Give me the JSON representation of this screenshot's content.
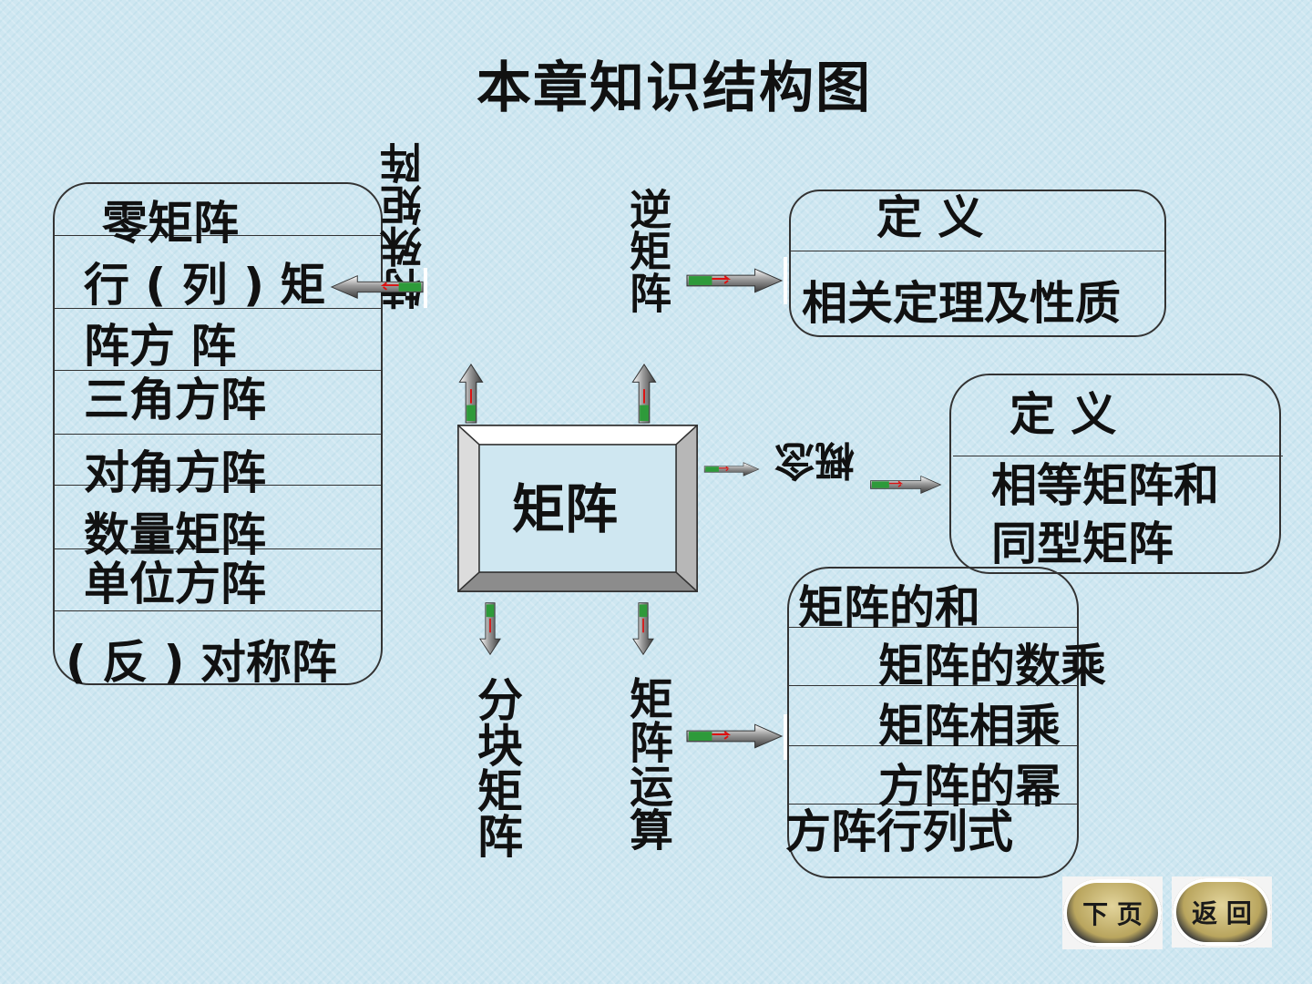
{
  "title": "本章知识结构图",
  "center": "矩阵",
  "branches": {
    "special": "特殊矩阵",
    "inverse": "逆矩阵",
    "concept": "概念",
    "block": "分块矩阵",
    "operation": "矩阵运算"
  },
  "special_items": [
    "零矩阵",
    "行 ( 列 ) 矩",
    "阵方 阵",
    "三角方阵",
    "对角方阵",
    "数量矩阵",
    "单位方阵",
    "( 反 ) 对称阵"
  ],
  "inverse_items": [
    "定   义",
    "相关定理及性质"
  ],
  "concept_items": {
    "def": "定         义",
    "line1": "相等矩阵和",
    "line2": "同型矩阵"
  },
  "operation_items": [
    "矩阵的和",
    "矩阵的数乘",
    "矩阵相乘",
    "方阵的幂",
    "方阵行列式"
  ],
  "buttons": {
    "next": "下 页",
    "back": "返 回"
  }
}
